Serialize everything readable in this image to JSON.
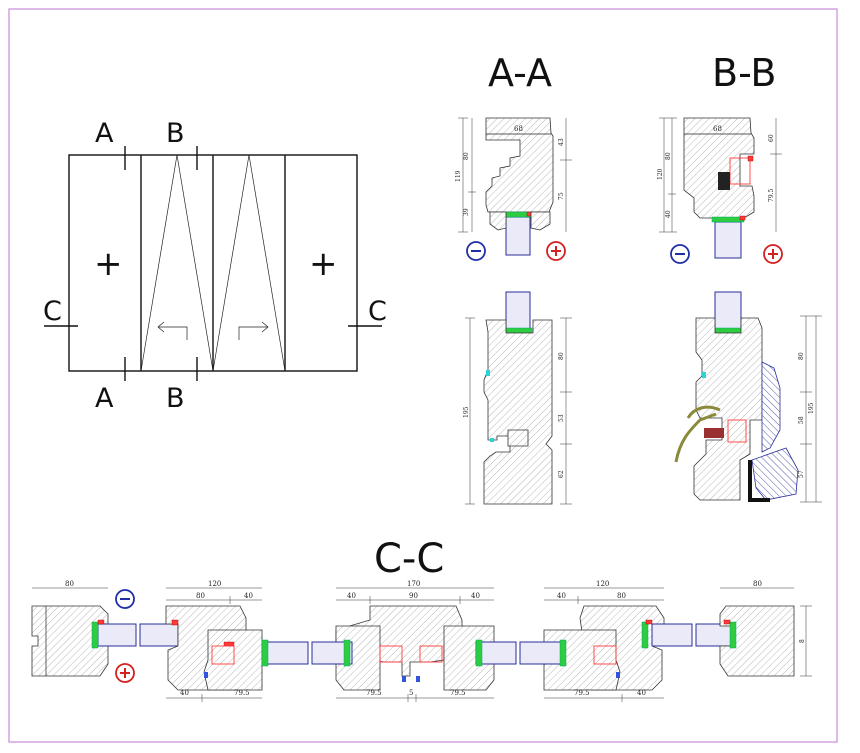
{
  "plan": {
    "letters": {
      "a_top": "A",
      "b_top": "B",
      "a_bottom": "A",
      "b_bottom": "B",
      "c_left": "C",
      "c_right": "C"
    },
    "plus_symbol": "+"
  },
  "sections": {
    "aa": {
      "title": "A-A",
      "dims_top": {
        "width": "68",
        "h1": "119",
        "h2": "80",
        "h3": "39",
        "r1": "43",
        "r2": "75"
      },
      "dims_bottom": {
        "total": "195",
        "r1": "80",
        "r2": "53",
        "r3": "62"
      }
    },
    "bb": {
      "title": "B-B",
      "dims_top": {
        "width": "68",
        "h1": "120",
        "h2": "80",
        "h3": "40",
        "r1": "60",
        "r2": "79.5"
      },
      "dims_bottom": {
        "total": "195",
        "r1": "80",
        "r2": "58",
        "r3": "57"
      }
    },
    "cc": {
      "title": "C-C",
      "dims": {
        "g1": "80",
        "g2": "120",
        "g2a": "80",
        "g2b": "40",
        "g3": "170",
        "g3a": "40",
        "g3b": "90",
        "g3c": "40",
        "g4": "120",
        "g4a": "40",
        "g4b": "80",
        "g5": "80",
        "g5v": "8",
        "b1a": "40",
        "b1b": "79.5",
        "b2a": "79.5",
        "b2b": "5",
        "b2c": "79.5",
        "b3a": "79.5",
        "b3b": "40"
      }
    }
  },
  "symbols": {
    "minus": "−",
    "plus": "+"
  },
  "colors": {
    "frame": "#c78bd6",
    "minus": "#1f2fa6",
    "plus": "#d42020",
    "glass": "#2a2f9a",
    "seal_green": "#2ecc40",
    "seal_red": "#ff3a3a"
  }
}
